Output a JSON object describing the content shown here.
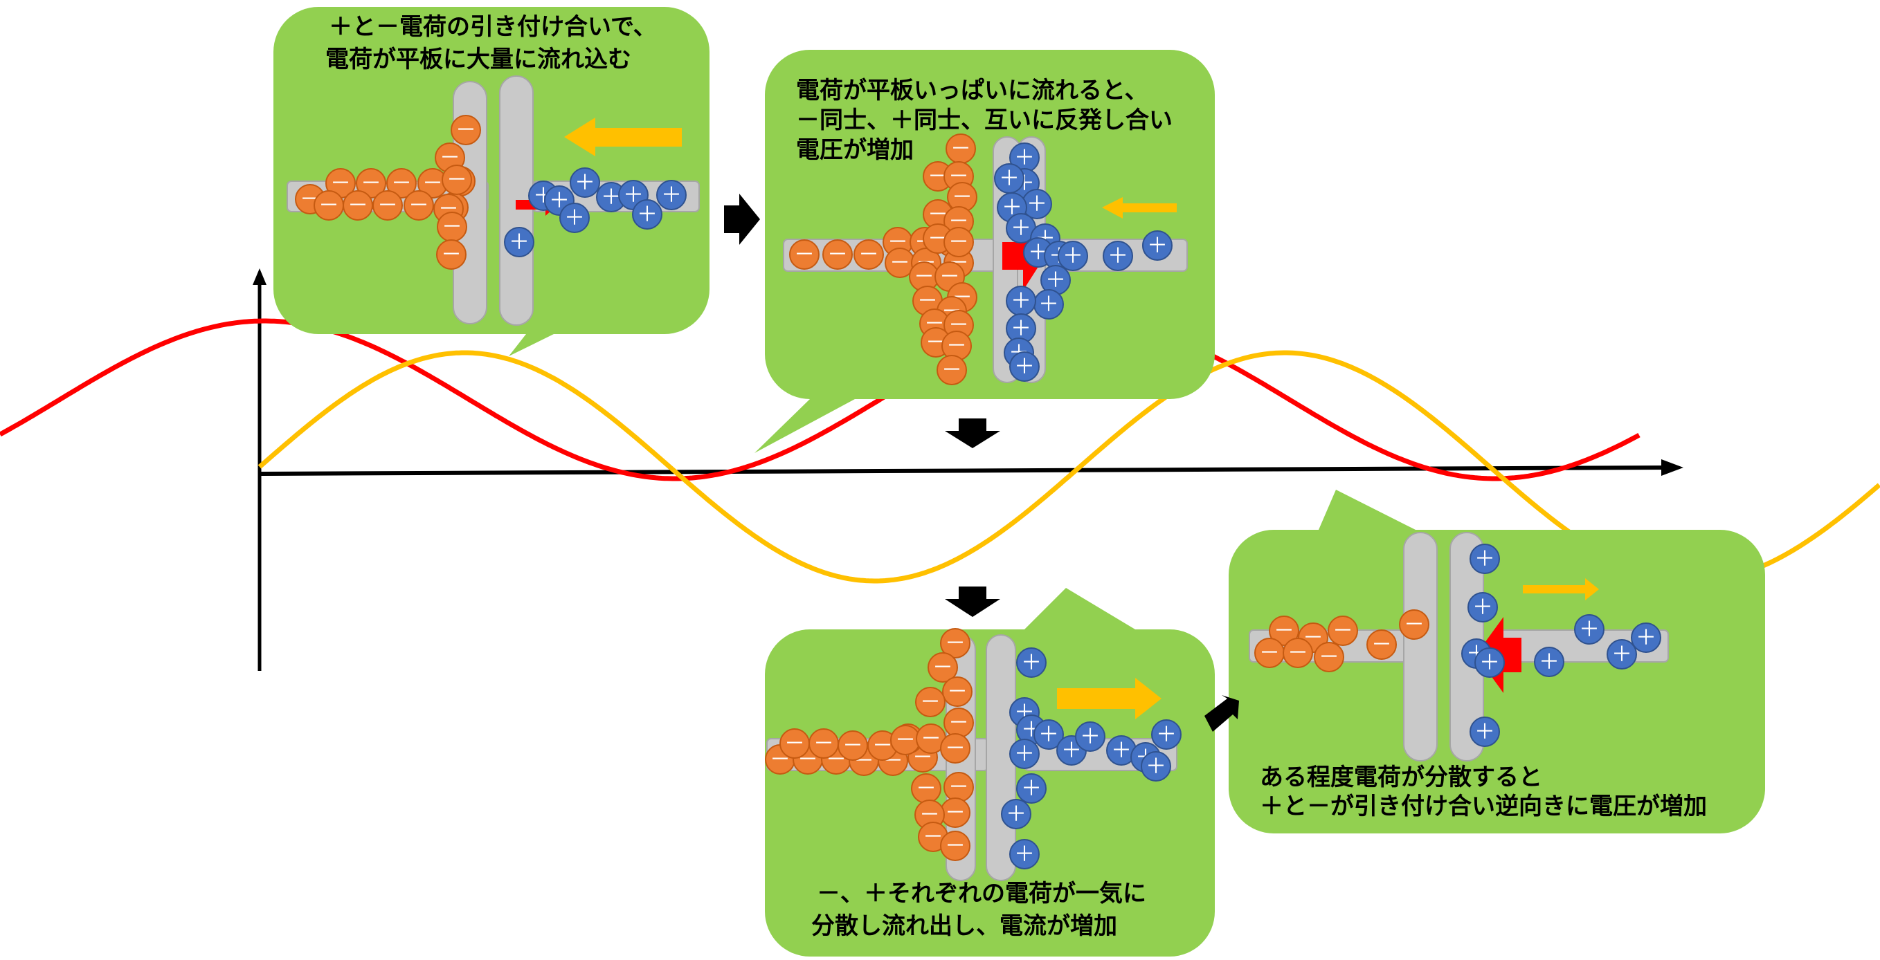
{
  "colors": {
    "bubble": "#92d050",
    "current_wave": "#ff0000",
    "voltage_wave": "#ffc000",
    "negative_charge": "#ed7d31",
    "positive_charge": "#4472c4",
    "plate": "#c9c9c9",
    "axis": "#000000",
    "arrow": "#000000"
  },
  "panels": [
    {
      "id": "attract",
      "text": [
        "＋と－電荷の引き付け合いで、",
        "電荷が平板に大量に流れ込む"
      ]
    },
    {
      "id": "repel",
      "text": [
        "電荷が平板いっぱいに流れると、",
        "－同士、＋同士、互いに反発し合い",
        "電圧が増加"
      ]
    },
    {
      "id": "disperse",
      "text": [
        "－、＋それぞれの電荷が一気に",
        "分散し流れ出し、電流が増加"
      ]
    },
    {
      "id": "reverse",
      "text": [
        "ある程度電荷が分散すると",
        "＋と－が引き付け合い逆向きに電圧が増加"
      ]
    }
  ],
  "charge_symbols": {
    "negative": "－",
    "positive": "＋"
  },
  "icons": {
    "flow_arrow": "block-arrow",
    "step_arrow": "black-chevron-arrow"
  }
}
